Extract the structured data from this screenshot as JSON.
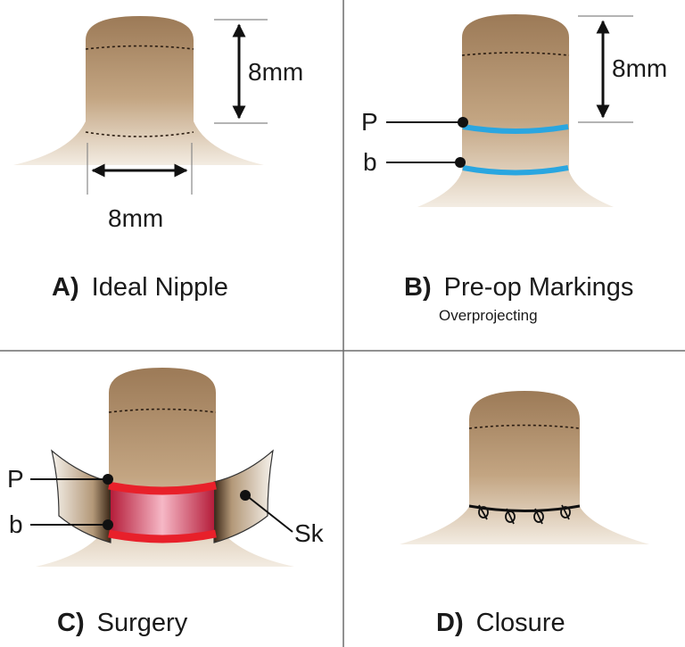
{
  "panels": {
    "a": {
      "letter": "A)",
      "title": "Ideal Nipple",
      "dim_vertical": "8mm",
      "dim_horizontal": "8mm"
    },
    "b": {
      "letter": "B)",
      "title": "Pre-op Markings",
      "subtitle": "Overprojecting",
      "dim_vertical": "8mm",
      "marker_p": "P",
      "marker_b": "b"
    },
    "c": {
      "letter": "C)",
      "title": "Surgery",
      "marker_p": "P",
      "marker_b": "b",
      "marker_sk": "Sk"
    },
    "d": {
      "letter": "D)",
      "title": "Closure"
    }
  },
  "colors": {
    "marking_blue": "#2aa6e0",
    "incision_red": "#e8202a",
    "nipple_top": "#9c7a57",
    "divider": "#6d6d6d"
  }
}
